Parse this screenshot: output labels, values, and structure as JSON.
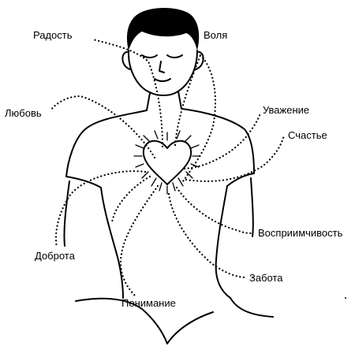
{
  "labels": {
    "joy": "Радость",
    "will": "Воля",
    "love": "Любовь",
    "respect": "Уважение",
    "happiness": "Счастье",
    "kindness": "Доброта",
    "receptivity": "Восприимчивость",
    "care": "Забота",
    "understanding": "Понимание"
  }
}
